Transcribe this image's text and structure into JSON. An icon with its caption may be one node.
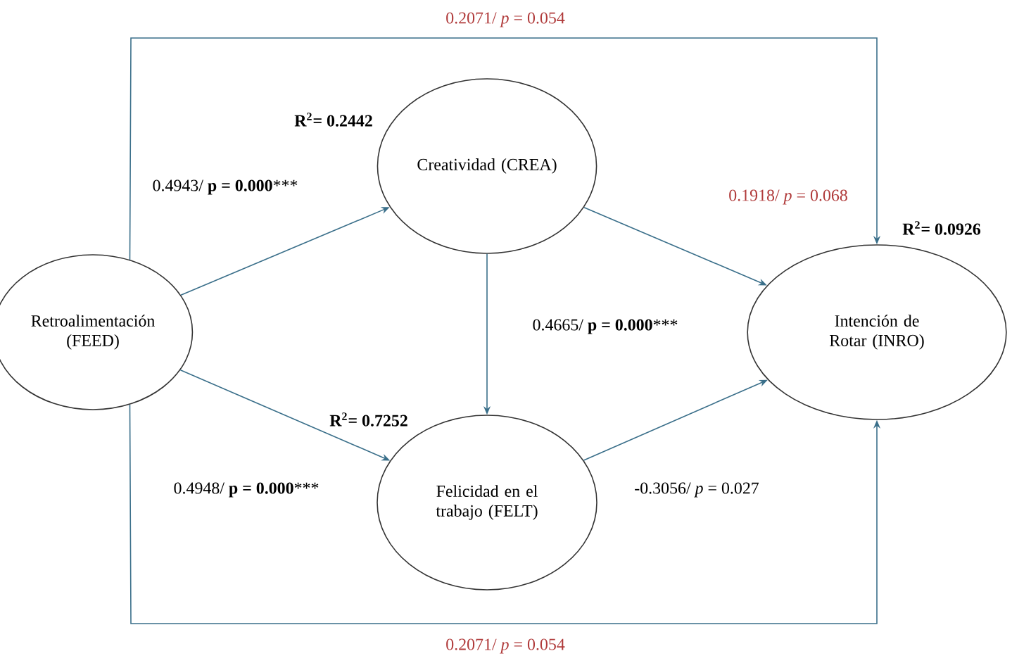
{
  "diagram": {
    "nodes": [
      {
        "text": [
          "Retroalimentación (FEED)"
        ]
      },
      {
        "text": [
          "Creatividad (CREA)"
        ],
        "beside": [
          "R$^{2}$= 0.2442"
        ]
      },
      {
        "text": [
          "Felicidad en el trabajo (FELT)"
        ],
        "beside": [
          "R$^{2}$= 0.7252"
        ]
      },
      {
        "text": [
          "Intención de Rotar (INRO)"
        ],
        "beside": [
          "R$^{2}$= 0.0926"
        ]
      }
    ],
    "edges": [
      {
        "from": 0,
        "to": 3,
        "arrow": "to",
        "label": "0.2071/ *p* = 0.054"
      },
      {
        "from": 0,
        "to": 1,
        "arrow": "to",
        "label": "0.4943/ **p = 0.000*****"
      },
      {
        "from": 1,
        "to": 3,
        "arrow": "to",
        "label": "0.1918/ *p* = 0.068"
      },
      {
        "from": 1,
        "to": 2,
        "arrow": "to",
        "label": "0.4665/ **p = 0.000*****"
      },
      {
        "from": 0,
        "to": 2,
        "arrow": "to",
        "label": "0.4948/ **p = 0.000*****"
      },
      {
        "from": 2,
        "to": 3,
        "arrow": "to",
        "label": "-0.3056/ *p* = 0.027"
      },
      {
        "from": 0,
        "to": 3,
        "arrow": "to",
        "label": "0.2071/ *p* = 0.054"
      }
    ]
  }
}
